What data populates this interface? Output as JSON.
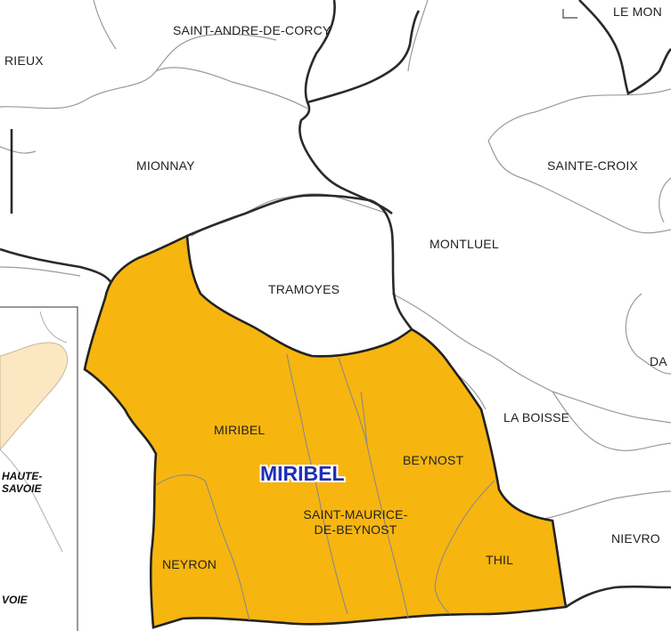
{
  "map": {
    "highlight_color": "#f7b50f",
    "inset_highlight_color": "#fbe8c2",
    "main_label": "MIRIBEL",
    "communes": {
      "saint_andre": "SAINT-ANDRE-DE-CORCY",
      "rieux": "RIEUX",
      "le_montellier": "LE MON",
      "mionnay": "MIONNAY",
      "sainte_croix": "SAINTE-CROIX",
      "montluel": "MONTLUEL",
      "tramoyes": "TRAMOYES",
      "dagneux": "DA",
      "la_boisse": "LA BOISSE",
      "miribel": "MIRIBEL",
      "beynost": "BEYNOST",
      "saint_maurice": "SAINT-MAURICE-\nDE-BEYNOST",
      "nievroz": "NIEVRO",
      "neyron": "NEYRON",
      "thil": "THIL"
    },
    "inset": {
      "haute_savoie": "HAUTE-\nSAVOIE",
      "savoie": "VOIE"
    }
  }
}
